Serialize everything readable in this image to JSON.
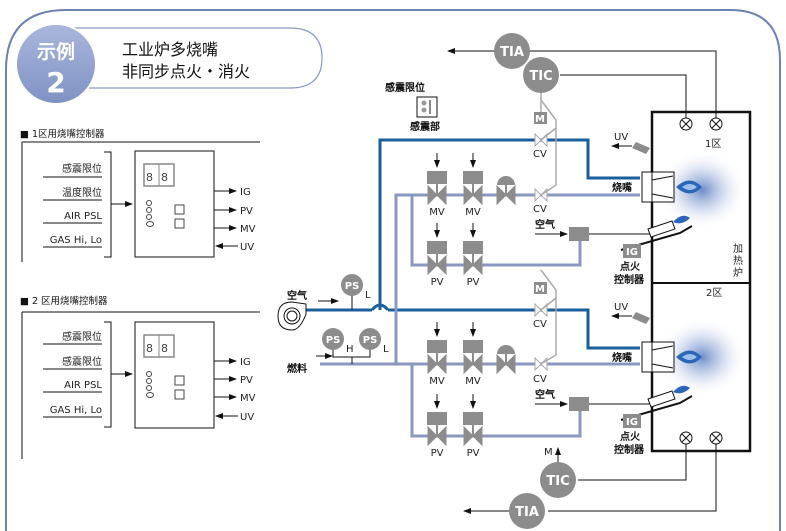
{
  "header": {
    "badge_line1": "示例",
    "badge_line2": "2",
    "title_line1": "工业炉多烧嘴",
    "title_line2": "非同步点火・消火"
  },
  "controllers": [
    {
      "heading": "■ 1区用烧嘴控制器",
      "inputs": [
        "感震限位",
        "温度限位",
        "AIR PSL",
        "GAS Hi, Lo"
      ],
      "outputs": [
        "IG",
        "PV",
        "MV",
        "UV"
      ]
    },
    {
      "heading": "■ 2 区用烧嘴控制器",
      "inputs": [
        "感震限位",
        "感震限位",
        "AIR PSL",
        "GAS Hi, Lo"
      ],
      "outputs": [
        "IG",
        "PV",
        "MV",
        "UV"
      ]
    }
  ],
  "seismic": {
    "top_label": "感震限位",
    "bottom_label": "感震部"
  },
  "instruments": {
    "tia": "TIA",
    "tic": "TIC",
    "ps": "PS",
    "m": "M",
    "ig": "IG",
    "ps_low": "L",
    "ps_high": "H"
  },
  "process": {
    "air": "空气",
    "fuel": "燃料",
    "mv": "MV",
    "pv": "PV",
    "cv": "CV",
    "uv": "UV",
    "burner": "烧嘴",
    "ignition_ctrl_line1": "点火",
    "ignition_ctrl_line2": "控制器",
    "zone1": "1区",
    "zone2": "2区",
    "furnace": [
      "加",
      "热",
      "炉"
    ],
    "m_arrow": "M"
  },
  "colors": {
    "air_pipe": "#1b5e9c",
    "gas_pipe": "#8a97c0",
    "instrument": "#8c8c8c",
    "badge": "#8f9fcc",
    "frame": "#6e82b0"
  }
}
